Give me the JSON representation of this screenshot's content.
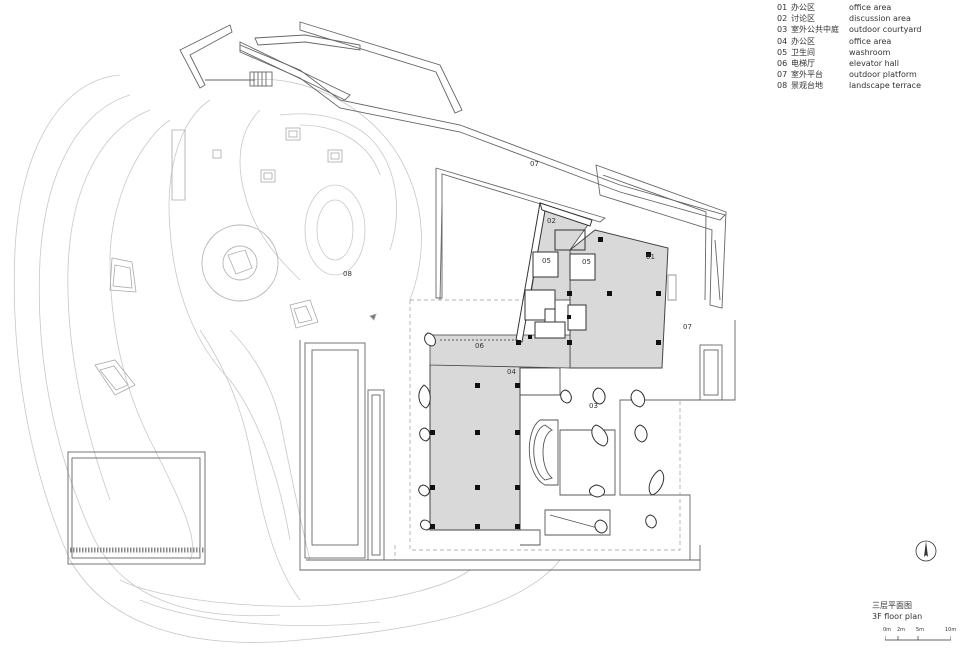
{
  "legend": [
    {
      "num": "01",
      "zh": "办公区",
      "en": "office area"
    },
    {
      "num": "02",
      "zh": "讨论区",
      "en": "discussion area"
    },
    {
      "num": "03",
      "zh": "室外公共中庭",
      "en": "outdoor courtyard"
    },
    {
      "num": "04",
      "zh": "办公区",
      "en": "office area"
    },
    {
      "num": "05",
      "zh": "卫生间",
      "en": "washroom"
    },
    {
      "num": "06",
      "zh": "电梯厅",
      "en": "elevator hall"
    },
    {
      "num": "07",
      "zh": "室外平台",
      "en": "outdoor platform"
    },
    {
      "num": "08",
      "zh": "景观台地",
      "en": "landscape terrace"
    }
  ],
  "room_labels": {
    "r01": "01",
    "r02": "02",
    "r03": "03",
    "r04": "04",
    "r05a": "05",
    "r05b": "05",
    "r06": "06",
    "r07a": "07",
    "r07b": "07",
    "r08": "08"
  },
  "title": {
    "zh": "三层平面图",
    "en": "3F floor plan"
  },
  "scale_bar": {
    "t0": "0m",
    "t2": "2m",
    "t5": "5m",
    "t10": "10m"
  },
  "colors": {
    "office_fill": "#d9d9d9",
    "line": "#555555",
    "faint": "#bbbbbb",
    "column": "#111111"
  }
}
